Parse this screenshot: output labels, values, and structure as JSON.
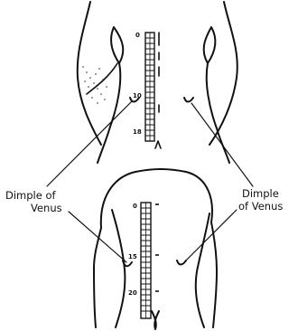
{
  "labels": {
    "left_line1": "Dimple of",
    "left_line2": "Venus",
    "right_line1": "Dimple",
    "right_line2": "of Venus"
  },
  "top_ruler": {
    "marks": [
      "0",
      "10",
      "18"
    ]
  },
  "bottom_ruler": {
    "marks": [
      "0",
      "15",
      "20"
    ]
  },
  "colors": {
    "ink": "#111111",
    "background": "#ffffff"
  }
}
